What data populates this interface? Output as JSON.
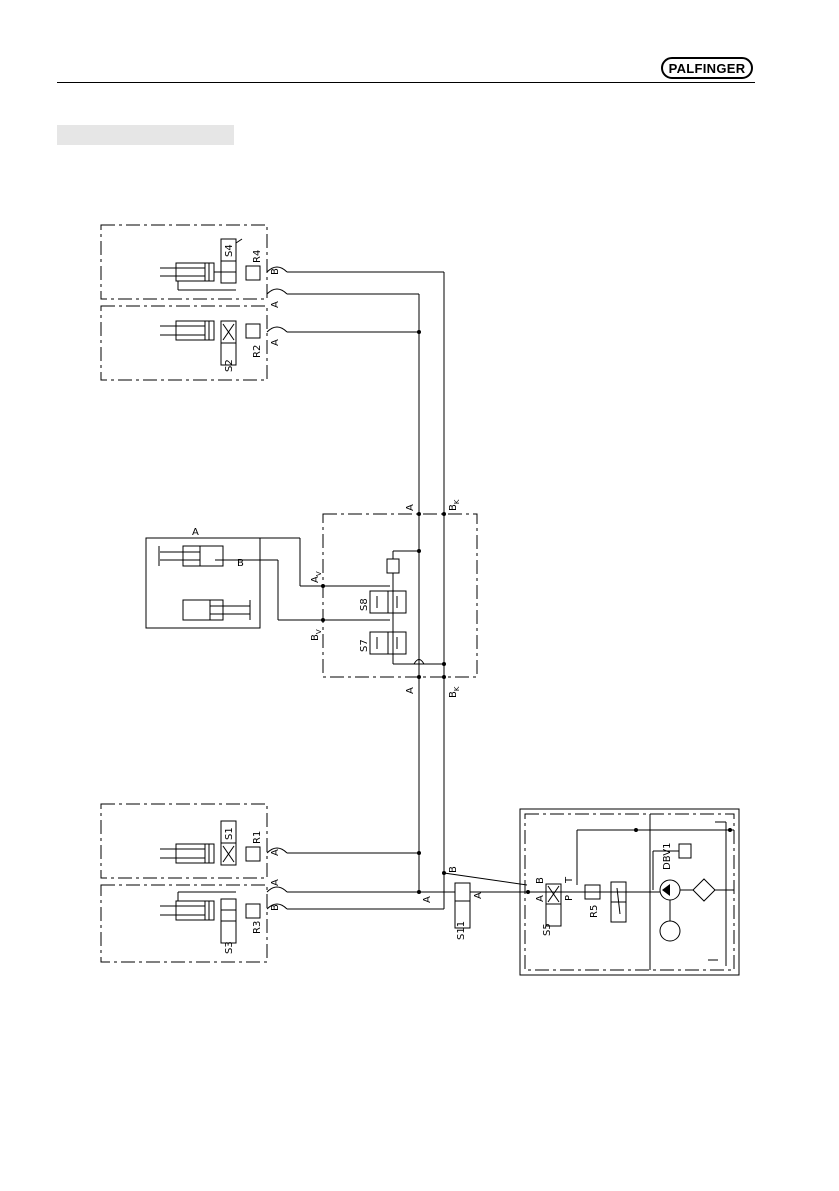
{
  "brand": {
    "logo_text": "PALFINGER"
  },
  "section": {
    "title": ""
  },
  "labels": {
    "s4": "S4",
    "r4": "R4",
    "s2": "S2",
    "r2": "R2",
    "s1": "S1",
    "r1": "R1",
    "s3": "S3",
    "r3": "R3",
    "s8": "S8",
    "s7": "S7",
    "s5": "S5",
    "r5": "R5",
    "s11": "S11",
    "dbv1": "DBV1",
    "port_a": "A",
    "port_b": "B",
    "port_p": "P",
    "port_t": "T",
    "av": "A",
    "av_sub": "V",
    "bv": "B",
    "bv_sub": "V",
    "bk": "B",
    "bk_sub": "K"
  }
}
